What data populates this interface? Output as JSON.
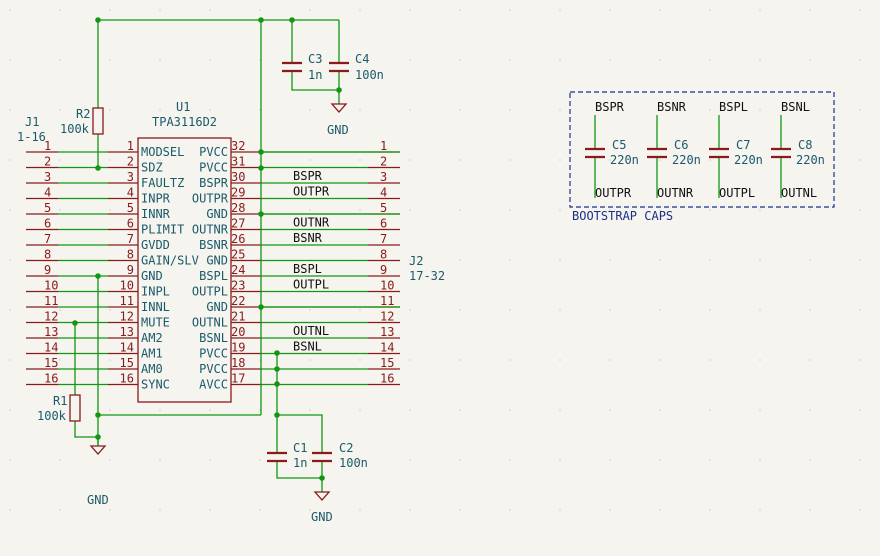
{
  "u1": {
    "ref": "U1",
    "value": "TPA3116D2"
  },
  "u1_pins_left": [
    {
      "num": "1",
      "name": "MODSEL"
    },
    {
      "num": "2",
      "name": "SDZ"
    },
    {
      "num": "3",
      "name": "FAULTZ"
    },
    {
      "num": "4",
      "name": "INPR"
    },
    {
      "num": "5",
      "name": "INNR"
    },
    {
      "num": "6",
      "name": "PLIMIT"
    },
    {
      "num": "7",
      "name": "GVDD"
    },
    {
      "num": "8",
      "name": "GAIN/SLV"
    },
    {
      "num": "9",
      "name": "GND"
    },
    {
      "num": "10",
      "name": "INPL"
    },
    {
      "num": "11",
      "name": "INNL"
    },
    {
      "num": "12",
      "name": "MUTE"
    },
    {
      "num": "13",
      "name": "AM2"
    },
    {
      "num": "14",
      "name": "AM1"
    },
    {
      "num": "15",
      "name": "AM0"
    },
    {
      "num": "16",
      "name": "SYNC"
    }
  ],
  "u1_pins_right": [
    {
      "num": "32",
      "name": "PVCC"
    },
    {
      "num": "31",
      "name": "PVCC"
    },
    {
      "num": "30",
      "name": "BSPR"
    },
    {
      "num": "29",
      "name": "OUTPR"
    },
    {
      "num": "28",
      "name": "GND"
    },
    {
      "num": "27",
      "name": "OUTNR"
    },
    {
      "num": "26",
      "name": "BSNR"
    },
    {
      "num": "25",
      "name": "GND"
    },
    {
      "num": "24",
      "name": "BSPL"
    },
    {
      "num": "23",
      "name": "OUTPL"
    },
    {
      "num": "22",
      "name": "GND"
    },
    {
      "num": "21",
      "name": "OUTNL"
    },
    {
      "num": "20",
      "name": "BSNL"
    },
    {
      "num": "19",
      "name": "PVCC"
    },
    {
      "num": "18",
      "name": "PVCC"
    },
    {
      "num": "17",
      "name": "AVCC"
    }
  ],
  "j1": {
    "ref": "J1",
    "value": "1-16",
    "pins": [
      "1",
      "2",
      "3",
      "4",
      "5",
      "6",
      "7",
      "8",
      "9",
      "10",
      "11",
      "12",
      "13",
      "14",
      "15",
      "16"
    ]
  },
  "j2": {
    "ref": "J2",
    "value": "17-32",
    "pins": [
      "1",
      "2",
      "3",
      "4",
      "5",
      "6",
      "7",
      "8",
      "9",
      "10",
      "11",
      "12",
      "13",
      "14",
      "15",
      "16"
    ]
  },
  "net_labels": [
    "BSPR",
    "OUTPR",
    "OUTNR",
    "BSNR",
    "BSPL",
    "OUTPL",
    "OUTNL",
    "BSNL"
  ],
  "r1": {
    "ref": "R1",
    "value": "100k"
  },
  "r2": {
    "ref": "R2",
    "value": "100k"
  },
  "c1": {
    "ref": "C1",
    "value": "1n"
  },
  "c2": {
    "ref": "C2",
    "value": "100n"
  },
  "c3": {
    "ref": "C3",
    "value": "1n"
  },
  "c4": {
    "ref": "C4",
    "value": "100n"
  },
  "gnd_label": "GND",
  "bootstrap": {
    "title": "BOOTSTRAP CAPS",
    "caps": [
      {
        "ref": "C5",
        "value": "220n",
        "top": "BSPR",
        "bottom": "OUTPR"
      },
      {
        "ref": "C6",
        "value": "220n",
        "top": "BSNR",
        "bottom": "OUTNR"
      },
      {
        "ref": "C7",
        "value": "220n",
        "top": "BSPL",
        "bottom": "OUTPL"
      },
      {
        "ref": "C8",
        "value": "220n",
        "top": "BSNL",
        "bottom": "OUTNL"
      }
    ]
  }
}
